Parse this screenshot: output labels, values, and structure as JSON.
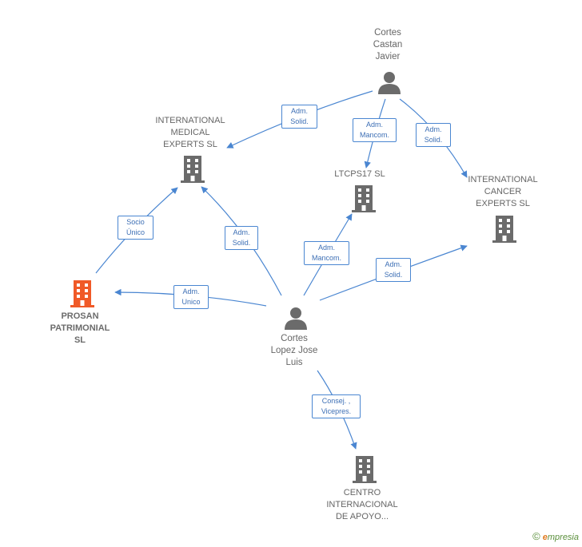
{
  "nodes": {
    "castan": {
      "name_lines": [
        "Cortes",
        "Castan",
        "Javier"
      ]
    },
    "lopez": {
      "name_lines": [
        "Cortes",
        "Lopez Jose",
        "Luis"
      ]
    },
    "medical": {
      "name_lines": [
        "INTERNATIONAL",
        "MEDICAL",
        "EXPERTS  SL"
      ]
    },
    "ltcps17": {
      "name_lines": [
        "LTCPS17  SL"
      ]
    },
    "cancer": {
      "name_lines": [
        "INTERNATIONAL",
        "CANCER",
        "EXPERTS  SL"
      ]
    },
    "prosan": {
      "name_lines": [
        "PROSAN",
        "PATRIMONIAL",
        "SL"
      ]
    },
    "centro": {
      "name_lines": [
        "CENTRO",
        "INTERNACIONAL",
        "DE APOYO..."
      ]
    }
  },
  "edges": {
    "castan_medical": [
      "Adm.",
      "Solid."
    ],
    "castan_ltcps17": [
      "Adm.",
      "Mancom."
    ],
    "castan_cancer": [
      "Adm.",
      "Solid."
    ],
    "prosan_medical": [
      "Socio",
      "Único"
    ],
    "lopez_medical": [
      "Adm.",
      "Solid."
    ],
    "lopez_ltcps17": [
      "Adm.",
      "Mancom."
    ],
    "lopez_cancer": [
      "Adm.",
      "Solid."
    ],
    "lopez_prosan": [
      "Adm.",
      "Unico"
    ],
    "lopez_centro": [
      "Consej. ,",
      "Vicepres."
    ]
  },
  "colors": {
    "edge": "#4a86d1",
    "company_icon": "#6b6b6b",
    "highlight_icon": "#f05a28",
    "person_icon": "#6b6b6b"
  },
  "footer": {
    "copyright": "©",
    "brand_initial": "e",
    "brand_rest": "mpresia"
  }
}
